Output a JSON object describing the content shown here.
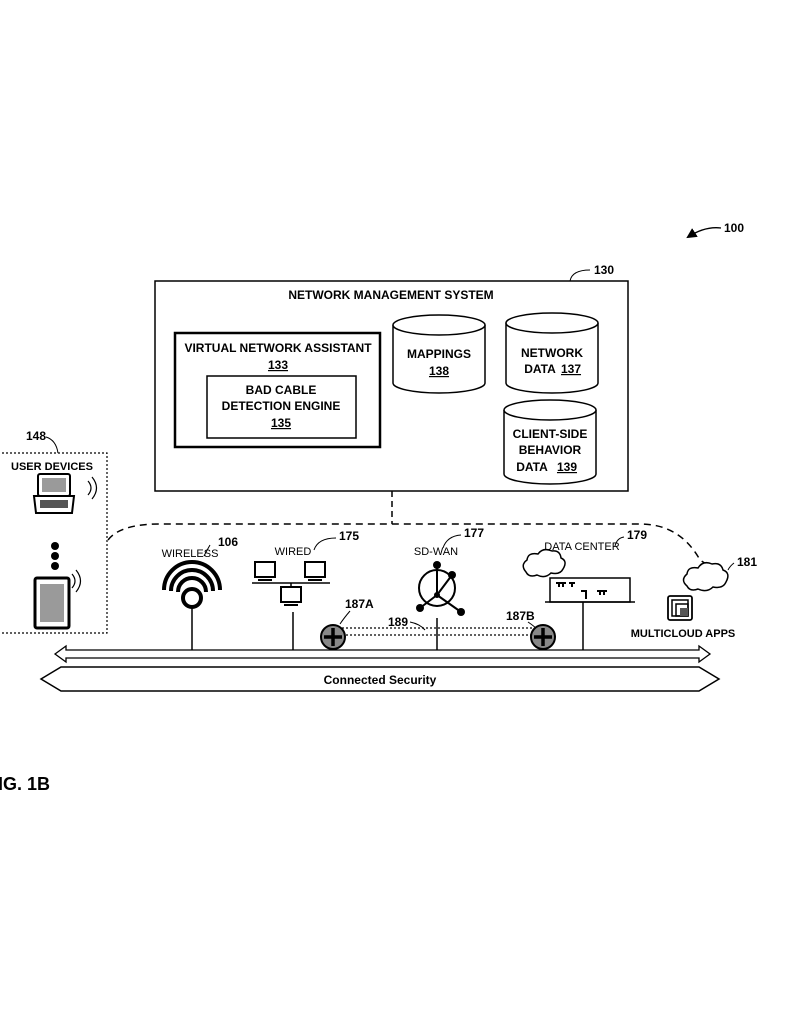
{
  "figure": {
    "ref_number": "100",
    "caption": "IG. 1B"
  },
  "nms": {
    "ref": "130",
    "title": "NETWORK MANAGEMENT SYSTEM",
    "vna": {
      "label": "VIRTUAL NETWORK ASSISTANT",
      "ref": "133",
      "engine": {
        "line1": "BAD CABLE",
        "line2": "DETECTION ENGINE",
        "ref": "135"
      }
    },
    "mappings": {
      "label": "MAPPINGS",
      "ref": "138"
    },
    "network_data": {
      "line1": "NETWORK",
      "line2": "DATA",
      "ref": "137"
    },
    "client_side": {
      "line1": "CLIENT-SIDE",
      "line2": "BEHAVIOR",
      "line3": "DATA",
      "ref": "139"
    }
  },
  "user_devices": {
    "ref": "148",
    "label": "USER DEVICES"
  },
  "network": {
    "wireless": {
      "label": "WIRELESS",
      "ref": "106"
    },
    "wired": {
      "label": "WIRED",
      "ref": "175"
    },
    "sdwan": {
      "label": "SD-WAN",
      "ref": "177"
    },
    "datacenter": {
      "label": "DATA CENTER",
      "ref": "179"
    },
    "multicloud": {
      "label": "MULTICLOUD APPS",
      "ref": "181"
    },
    "router_a": {
      "ref": "187A"
    },
    "router_b": {
      "ref": "187B"
    },
    "tunnel": {
      "ref": "189"
    }
  },
  "connected_security": {
    "label": "Connected Security"
  }
}
